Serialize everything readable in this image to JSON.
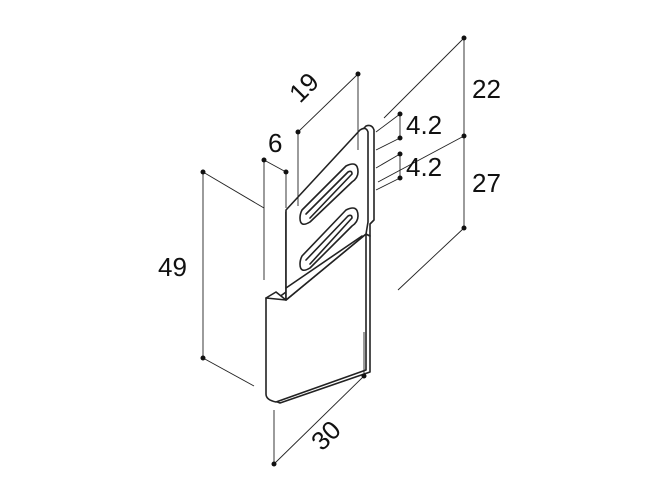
{
  "dimensions": {
    "height_total": "49",
    "offset_top": "6",
    "width_top": "19",
    "right_upper": "22",
    "right_lower": "27",
    "slot_upper": "4.2",
    "slot_lower": "4.2",
    "width_bottom": "30"
  },
  "colors": {
    "line": "#222222",
    "text": "#111111",
    "background": "#ffffff"
  }
}
